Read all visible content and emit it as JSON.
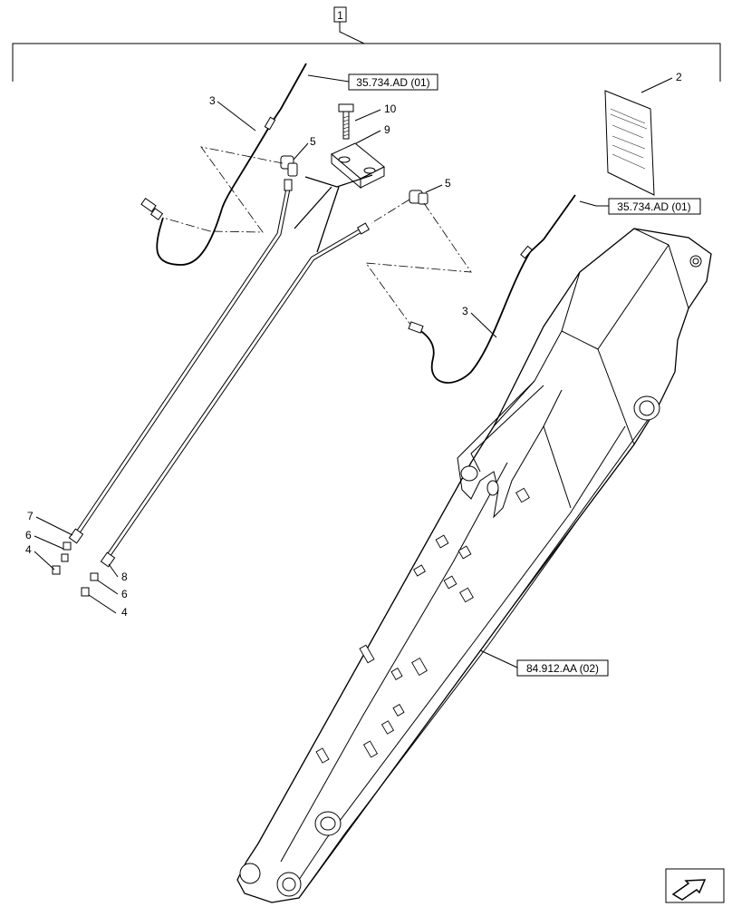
{
  "group_label": "1",
  "refs": {
    "ref_top_left": "35.734.AD (01)",
    "ref_top_right": "35.734.AD (01)",
    "ref_boom": "84.912.AA (02)"
  },
  "callouts": {
    "c2": "2",
    "c3a": "3",
    "c3b": "3",
    "c4a": "4",
    "c4b": "4",
    "c5a": "5",
    "c5b": "5",
    "c6a": "6",
    "c6b": "6",
    "c7": "7",
    "c8": "8",
    "c9": "9",
    "c10": "10"
  },
  "icons": {
    "nav": "next-page-arrow-icon"
  }
}
